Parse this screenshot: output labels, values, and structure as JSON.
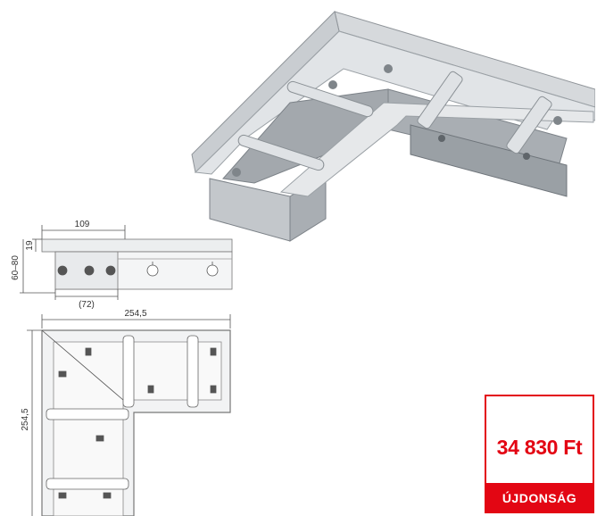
{
  "dimensions": {
    "width_top": "109",
    "height_flange": "19",
    "height_range": "60–80",
    "inner_width": "(72)",
    "length_horizontal": "254,5",
    "length_vertical": "254,5"
  },
  "price": {
    "amount": "34 830 Ft",
    "badge": "ÚJDONSÁG"
  },
  "colors": {
    "accent": "#e30613",
    "steel": "#b8bcc0"
  }
}
